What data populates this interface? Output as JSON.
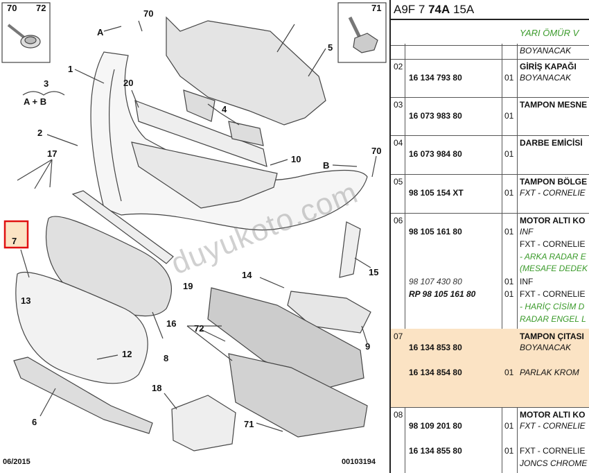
{
  "diagram": {
    "callouts": [
      "70",
      "72",
      "70",
      "A",
      "5",
      "71",
      "1",
      "3",
      "A + B",
      "20",
      "4",
      "2",
      "17",
      "70",
      "10",
      "B",
      "7",
      "13",
      "12",
      "6",
      "19",
      "14",
      "15",
      "16",
      "72",
      "9",
      "8",
      "18",
      "71"
    ],
    "footer_left": "06/2015",
    "footer_right": "00103194",
    "watermark": "duyukoto.com"
  },
  "table": {
    "header_prefix": "A9F 7 ",
    "header_bold": "74A",
    "header_suffix": " 15A",
    "subtitle": "YARI ÖMÜR V",
    "top_note": "BOYANACAK",
    "rows": [
      {
        "pos": "02",
        "ref": "16 134 793 80",
        "qty": "01",
        "title": "GİRİŞ KAPAĞI",
        "desc": "BOYANACAK"
      },
      {
        "pos": "03",
        "ref": "16 073 983 80",
        "qty": "01",
        "title": "TAMPON MESNE",
        "desc": ""
      },
      {
        "pos": "04",
        "ref": "16 073 984 80",
        "qty": "01",
        "title": "DARBE EMİCİSİ",
        "desc": ""
      },
      {
        "pos": "05",
        "ref": "98 105 154 XT",
        "qty": "01",
        "title": "TAMPON BÖLGE",
        "desc": "FXT - CORNELIE"
      },
      {
        "pos": "06",
        "ref": "98 105 161 80",
        "qty": "01",
        "title": "MOTOR ALTI KO",
        "desc": "INF",
        "desc2": "FXT - CORNELIE",
        "green1": "- ARKA RADAR E",
        "green2": "(MESAFE DEDEK",
        "ref2": "98 107 430 80",
        "qty2": "01",
        "desc3": "INF",
        "ref3": "RP 98 105 161 80",
        "qty3": "01",
        "desc4": "FXT - CORNELIE",
        "green3": "- HARİÇ CİSİM D",
        "green4": "RADAR ENGEL L"
      },
      {
        "pos": "07",
        "ref": "16 134 853 80",
        "qty": "",
        "title": "TAMPON ÇITASI",
        "desc": "BOYANACAK",
        "ref2": "16 134 854 80",
        "qty2": "01",
        "desc2": "PARLAK KROM"
      },
      {
        "pos": "08",
        "ref": "98 109 201 80",
        "qty": "01",
        "title": "MOTOR ALTI KO",
        "desc": "FXT - CORNELIE",
        "ref2": "16 134 855 80",
        "qty2": "01",
        "desc2": "FXT - CORNELIE",
        "desc3": "JONCS CHROME"
      }
    ]
  }
}
